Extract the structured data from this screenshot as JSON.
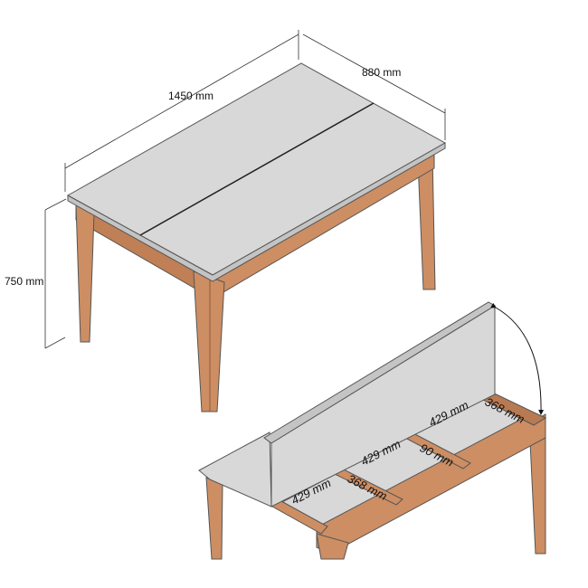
{
  "colors": {
    "top": "#d8d8d8",
    "wood": "#cd8e63",
    "wood_dark": "#a8694a",
    "outline": "#555555"
  },
  "dimensions": {
    "length": "1450 mm",
    "depth": "880 mm",
    "height": "750 mm"
  },
  "compartments": {
    "left_width": "429 mm",
    "left_depth": "368 mm",
    "middle_width": "429 mm",
    "middle_height": "90 mm",
    "right_width": "429 mm",
    "right_depth": "368 mm"
  }
}
